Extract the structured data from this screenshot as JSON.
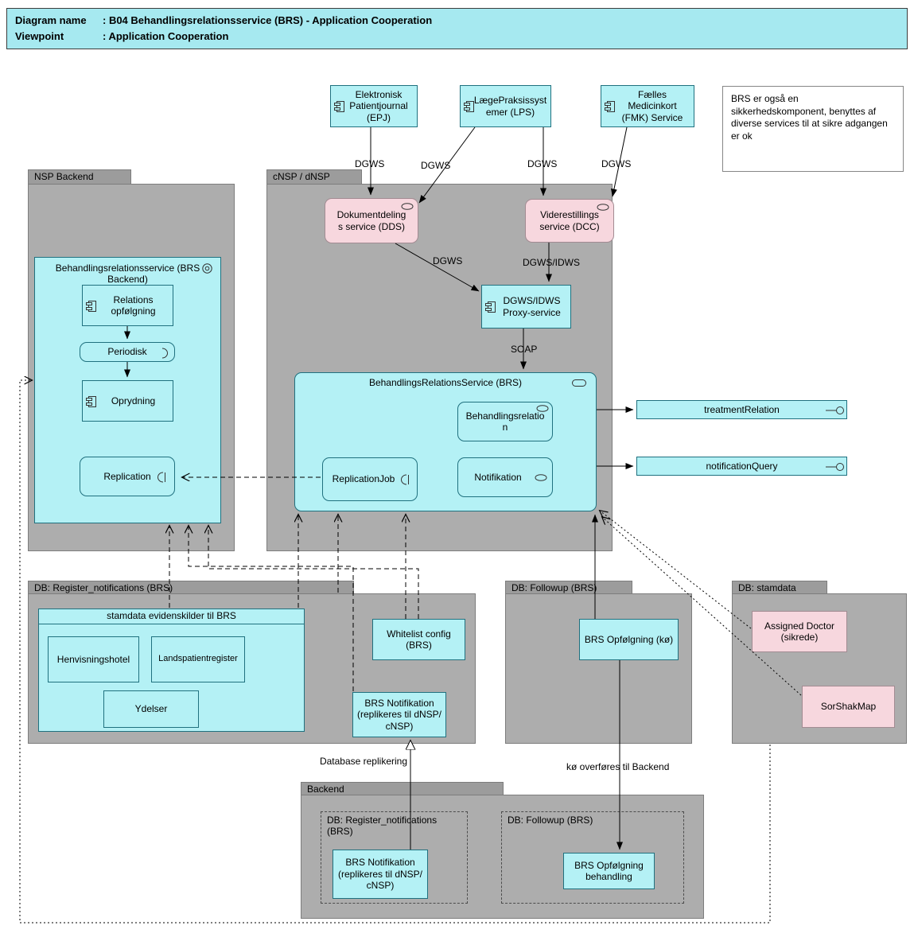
{
  "header": {
    "line1_label": "Diagram name",
    "line1_value": ": B04 Behandlingsrelationsservice (BRS) - Application Cooperation",
    "line2_label": "Viewpoint",
    "line2_value": ": Application Cooperation"
  },
  "note": "BRS er også en sikkerhedskomponent, benyttes af diverse services til at sikre adgangen er ok",
  "actors": {
    "epj": "Elektronisk Patientjournal (EPJ)",
    "lps": "LægePraksissystemer (LPS)",
    "fmk": "Fælles Medicinkort (FMK) Service"
  },
  "groups": {
    "nsp_backend": "NSP Backend",
    "cnsp": "cNSP / dNSP",
    "db_register": "DB: Register_notifications (BRS)",
    "db_followup": "DB: Followup (BRS)",
    "db_stamdata": "DB: stamdata",
    "backend": "Backend",
    "backend_db_register": "DB: Register_notifications (BRS)",
    "backend_db_followup": "DB: Followup (BRS)"
  },
  "nsp": {
    "brs_backend": "Behandlingsrelationsservice (BRS Backend)",
    "relations_opfolgning": "Relations opfølgning",
    "periodisk": "Periodisk",
    "oprydning": "Oprydning",
    "replication": "Replication"
  },
  "cnsp": {
    "dds": "Dokumentdelings service (DDS)",
    "dcc": "Viderestillings service (DCC)",
    "proxy": "DGWS/IDWS Proxy-service",
    "brs": "BehandlingsRelationsService (BRS)",
    "behandlingsrelation": "Behandlingsrelation",
    "replicationjob": "ReplicationJob",
    "notifikation": "Notifikation"
  },
  "interfaces": {
    "treatment_relation": "treatmentRelation",
    "notification_query": "notificationQuery"
  },
  "db_register": {
    "stamdata_box": "stamdata evidenskilder til BRS",
    "henvisningshotel": "Henvisningshotel",
    "landspatientregister": "Landspatientregister",
    "ydelser": "Ydelser",
    "whitelist": "Whitelist config (BRS)",
    "brs_notifikation": "BRS Notifikation (replikeres til dNSP/ cNSP)"
  },
  "db_followup": {
    "brs_opfolgning_ko": "BRS Opfølgning (kø)"
  },
  "db_stamdata": {
    "assigned_doctor": "Assigned Doctor (sikrede)",
    "sorshakmap": "SorShakMap"
  },
  "backend": {
    "brs_notifikation": "BRS Notifikation (replikeres til dNSP/ cNSP)",
    "brs_opfolgning_behandling": "BRS Opfølgning behandling"
  },
  "edge_labels": {
    "dgws": "DGWS",
    "dgws_idws": "DGWS/IDWS",
    "soap": "SOAP",
    "database_replikering": "Database replikering",
    "ko_overfores": "kø overføres til Backend"
  }
}
